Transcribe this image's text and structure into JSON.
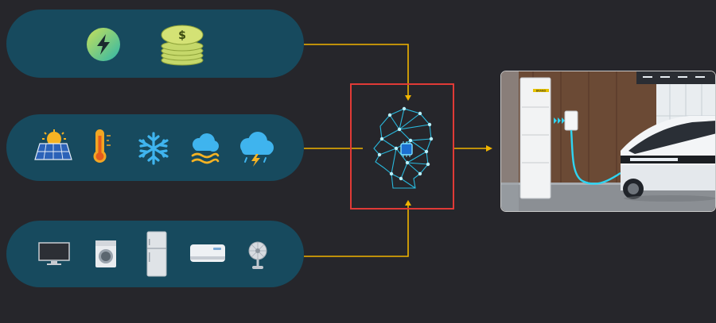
{
  "diagram": {
    "inputs": [
      {
        "group": "energy-prices",
        "icons": [
          "lightning-bolt-icon",
          "dollar-coins-icon"
        ]
      },
      {
        "group": "weather",
        "icons": [
          "solar-panel-icon",
          "thermometer-icon",
          "snowflake-icon",
          "fog-cloud-icon",
          "thunderstorm-cloud-icon"
        ]
      },
      {
        "group": "household-appliances",
        "icons": [
          "television-icon",
          "washing-machine-icon",
          "refrigerator-icon",
          "air-conditioner-icon",
          "desk-fan-icon"
        ]
      }
    ],
    "processor": {
      "icon": "ai-brain-chip-icon"
    },
    "output": {
      "image": "home-battery-ev-charging-photo"
    },
    "colors": {
      "background": "#26262b",
      "pill": "#174a5e",
      "connector": "#f0b400",
      "highlight_box": "#e03a36",
      "brain": "#29c8f0"
    },
    "coin_symbol": "$",
    "battery_brand": "BRAND"
  }
}
